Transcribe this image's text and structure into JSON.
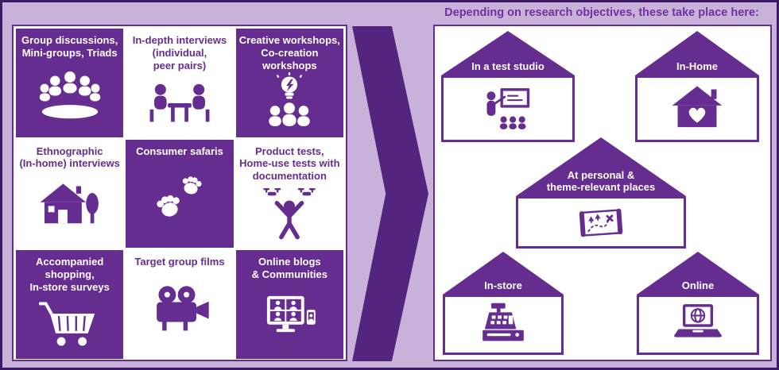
{
  "header": {
    "title": "Depending on research objectives, these take place here:"
  },
  "colors": {
    "purple": "#662d91",
    "chevron": "#53257f",
    "background": "#c8b2d9",
    "title": "#7030a0",
    "outer_border": "#3d1a66",
    "white": "#ffffff"
  },
  "methods": {
    "tiles": [
      {
        "label": "Group discussions,\nMini-groups, Triads",
        "icon": "group-discussions-icon",
        "style": "purple"
      },
      {
        "label": "In-depth interviews\n(individual,\npeer pairs)",
        "icon": "in-depth-interviews-icon",
        "style": "white"
      },
      {
        "label": "Creative workshops,\nCo-creation\nworkshops",
        "icon": "creative-workshops-icon",
        "style": "purple"
      },
      {
        "label": "Ethnographic\n(In-home) interviews",
        "icon": "home-tree-icon",
        "style": "white"
      },
      {
        "label": "Consumer safaris",
        "icon": "paw-prints-icon",
        "style": "purple"
      },
      {
        "label": "Product tests,\nHome-use tests with\ndocumentation",
        "icon": "drone-person-icon",
        "style": "white"
      },
      {
        "label": "Accompanied\nshopping,\nIn-store surveys",
        "icon": "shopping-cart-icon",
        "style": "purple"
      },
      {
        "label": "Target group films",
        "icon": "film-camera-icon",
        "style": "white"
      },
      {
        "label": "Online blogs\n& Communities",
        "icon": "video-call-icon",
        "style": "purple"
      }
    ]
  },
  "locations": {
    "houses": [
      {
        "label": "In a test studio",
        "icon": "presentation-icon"
      },
      {
        "label": "In-Home",
        "icon": "home-heart-icon"
      },
      {
        "label": "At personal &\ntheme-relevant places",
        "icon": "treasure-map-icon"
      },
      {
        "label": "In-store",
        "icon": "cash-register-icon"
      },
      {
        "label": "Online",
        "icon": "laptop-globe-icon"
      }
    ]
  }
}
